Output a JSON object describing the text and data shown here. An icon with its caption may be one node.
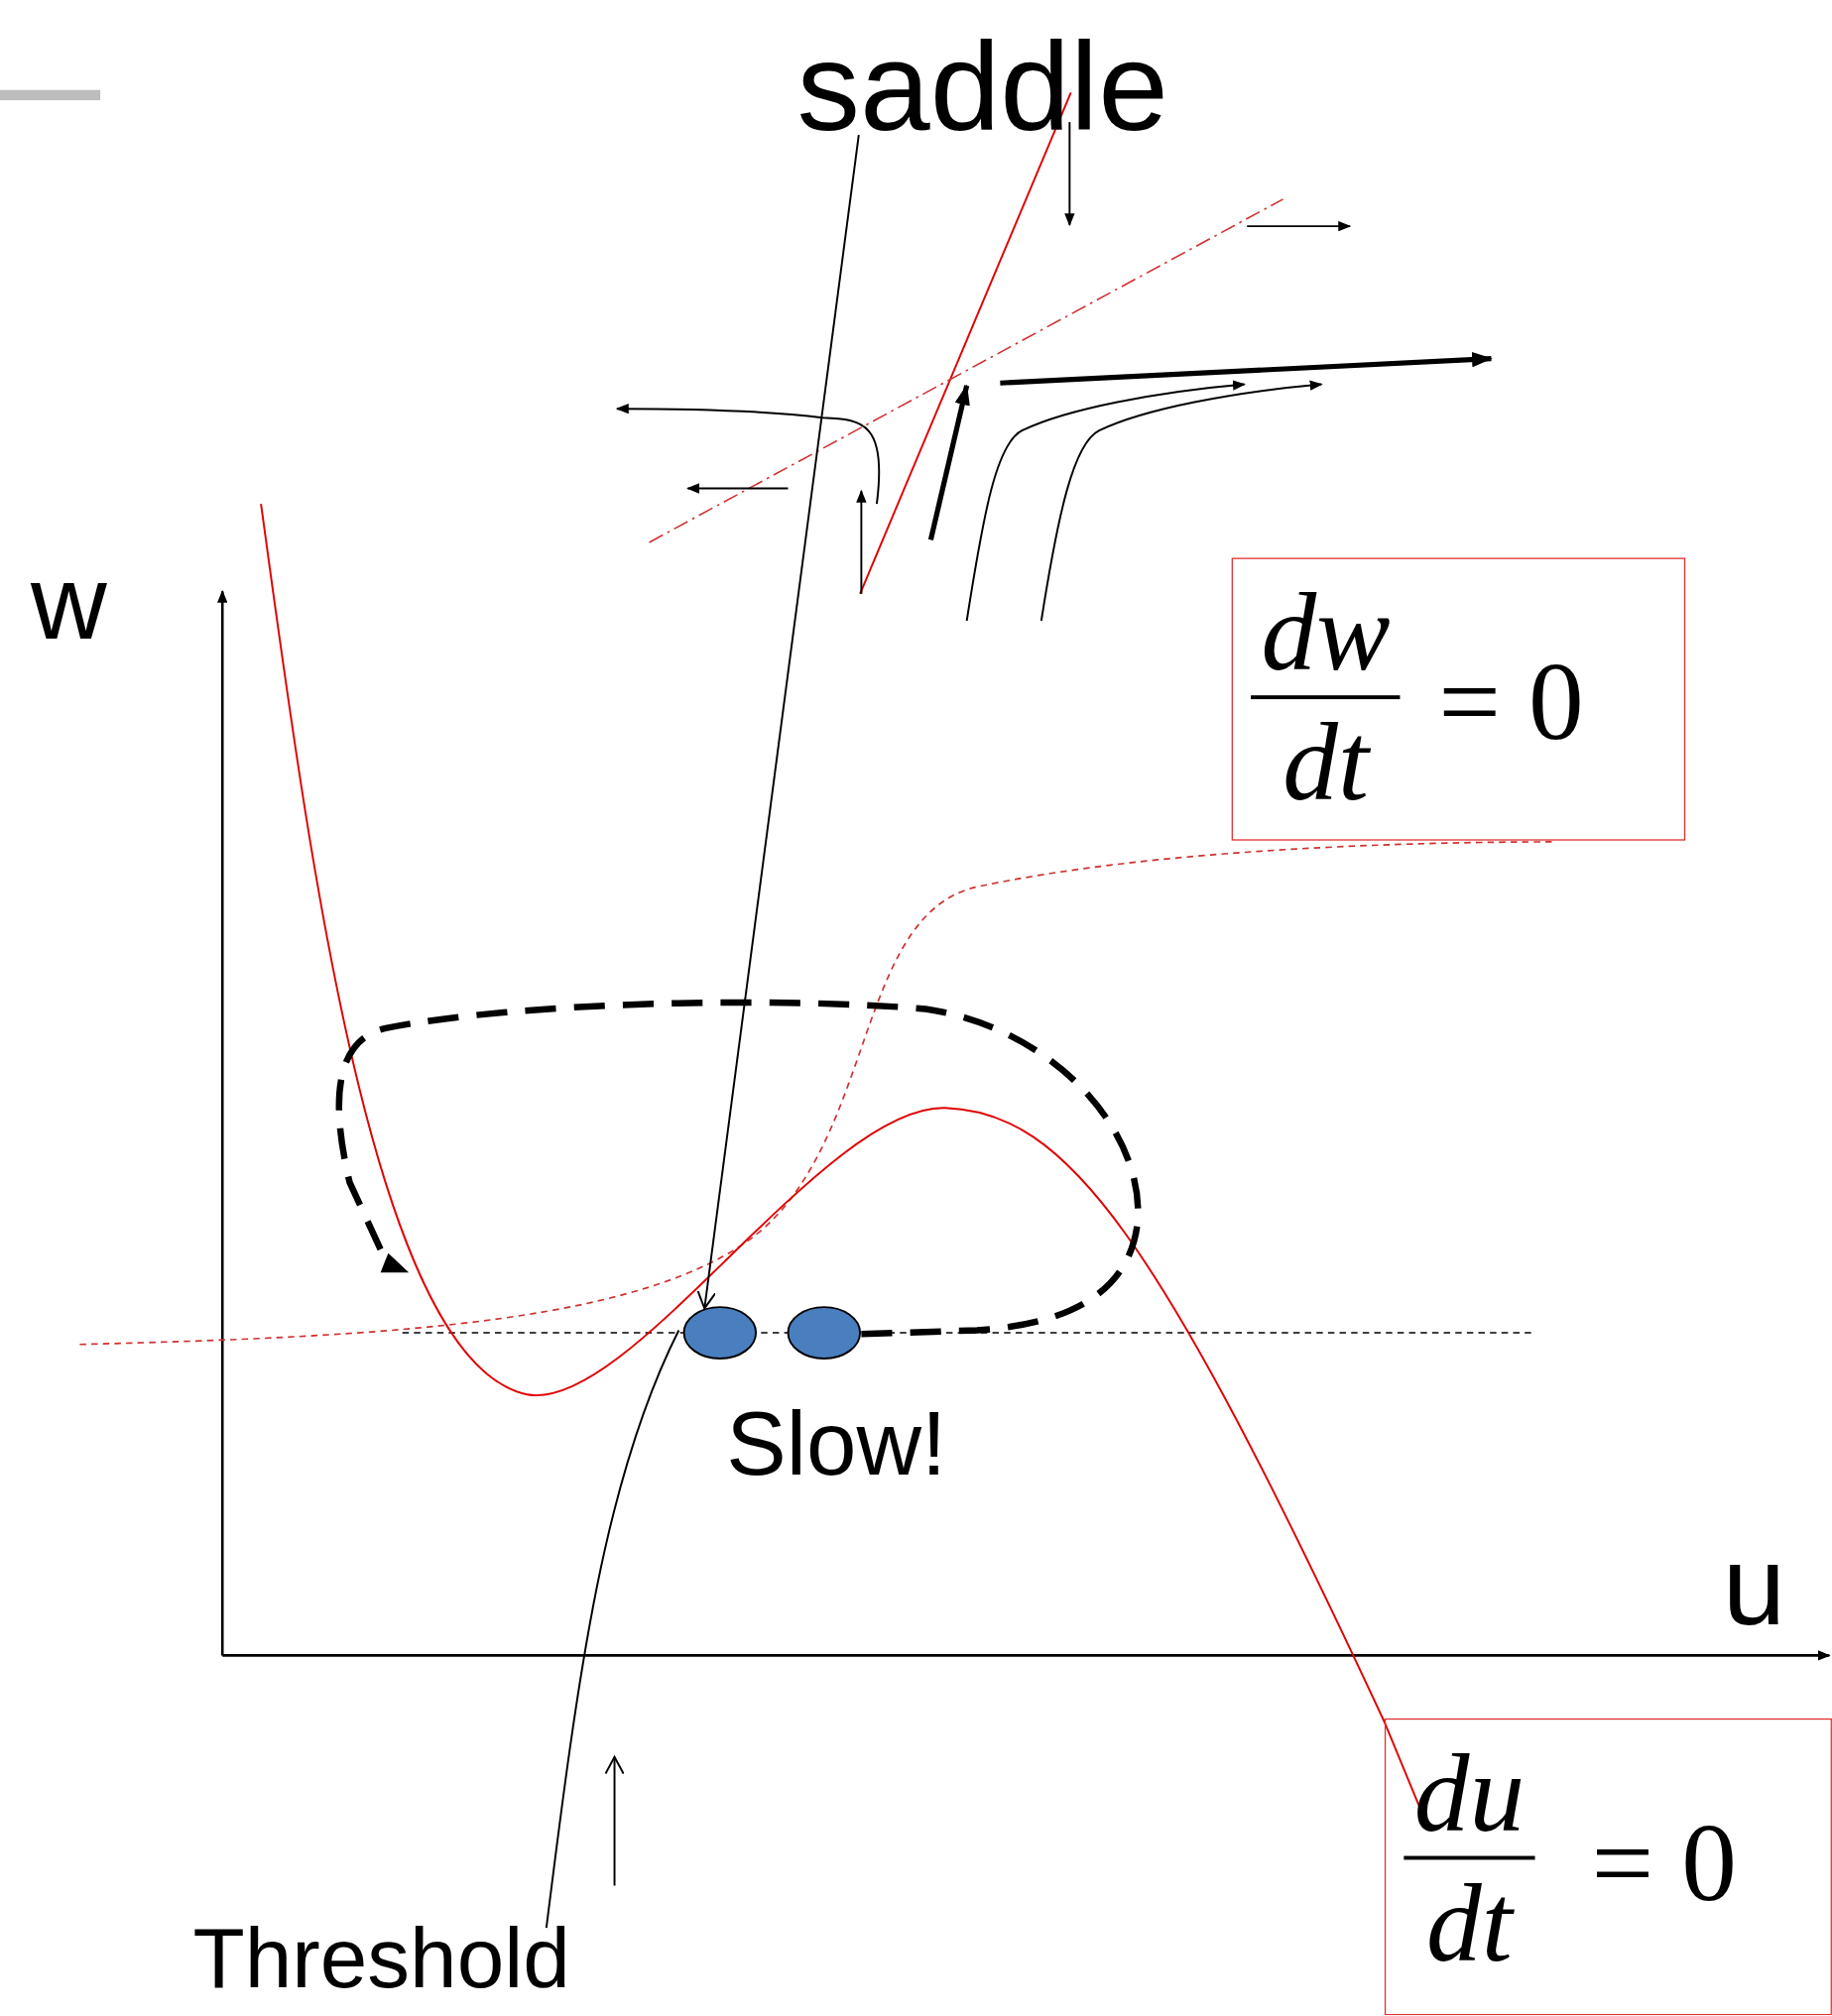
{
  "diagram": {
    "nodes": [
      {
        "text": [
          "saddle"
        ]
      },
      {
        "text": [
          "dw",
          "dt",
          "= 0"
        ]
      },
      {
        "text": [
          "du",
          "dt",
          "= 0"
        ]
      },
      {
        "text": [],
        "shape": "circle"
      },
      {
        "text": [],
        "shape": "circle"
      }
    ],
    "edges": [
      {
        "from": 0,
        "to": 3,
        "arrow": "to"
      }
    ],
    "labels": [
      "w",
      "u",
      "Slow!",
      "Threshold"
    ]
  }
}
